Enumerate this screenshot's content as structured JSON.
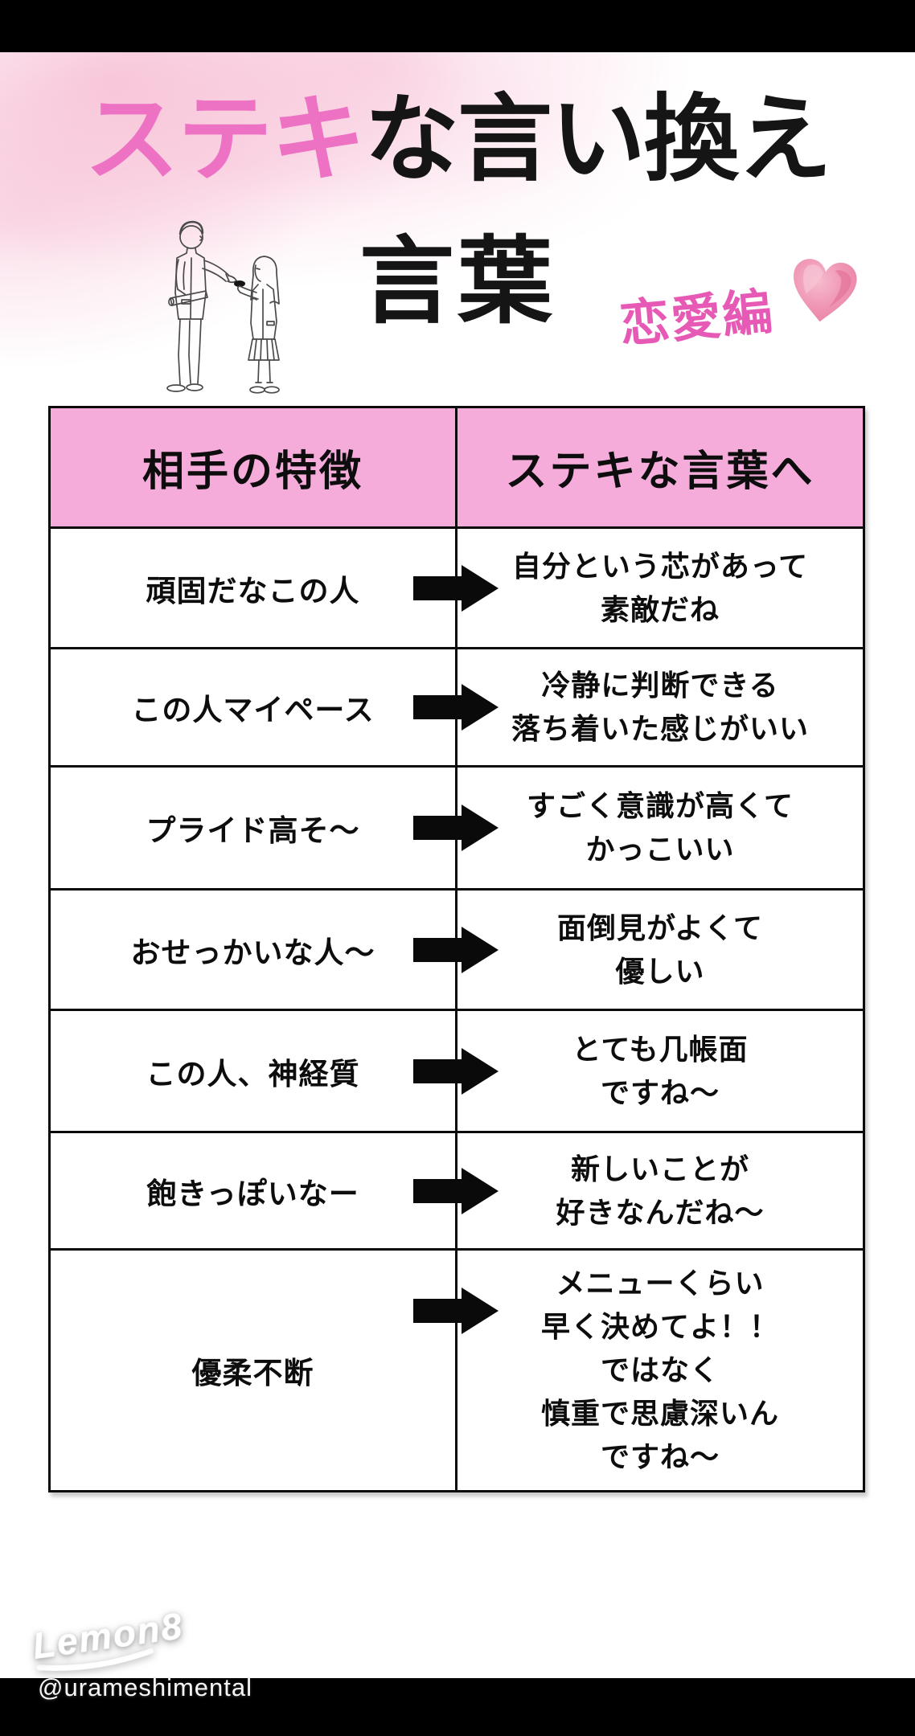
{
  "header": {
    "title_highlight": "ステキ",
    "title_rest": "な言い換え",
    "title_line2": "言葉",
    "badge": "恋愛編"
  },
  "table": {
    "col_headers": [
      "相手の特徴",
      "ステキな言葉へ"
    ],
    "rows": [
      {
        "trait": "頑固だなこの人",
        "rephrase": "自分という芯があって\n素敵だね"
      },
      {
        "trait": "この人マイペース",
        "rephrase": "冷静に判断できる\n落ち着いた感じがいい"
      },
      {
        "trait": "プライド高そ〜",
        "rephrase": "すごく意識が高くて\nかっこいい"
      },
      {
        "trait": "おせっかいな人〜",
        "rephrase": "面倒見がよくて\n優しい"
      },
      {
        "trait": "この人、神経質",
        "rephrase": "とても几帳面\nですね〜"
      },
      {
        "trait": "飽きっぽいなー",
        "rephrase": "新しいことが\n好きなんだね〜"
      },
      {
        "trait": "優柔不断",
        "rephrase": "メニューくらい\n早く決めてよ！！\nではなく\n慎重で思慮深いん\nですね〜"
      }
    ]
  },
  "footer": {
    "watermark": "Lemon8",
    "username": "@urameshimental"
  },
  "icons": {
    "heart": "watercolor-heart-icon",
    "arrow": "right-block-arrow-icon",
    "illustration": "man-handing-item-to-schoolgirl"
  },
  "colors": {
    "title_pink": "#ee72c4",
    "badge_pink": "#e65ab5",
    "table_header_pink": "#f5acdb",
    "border_black": "#0a0a0a",
    "bar_black": "#000000",
    "heart_pink": "#e87fa3"
  }
}
